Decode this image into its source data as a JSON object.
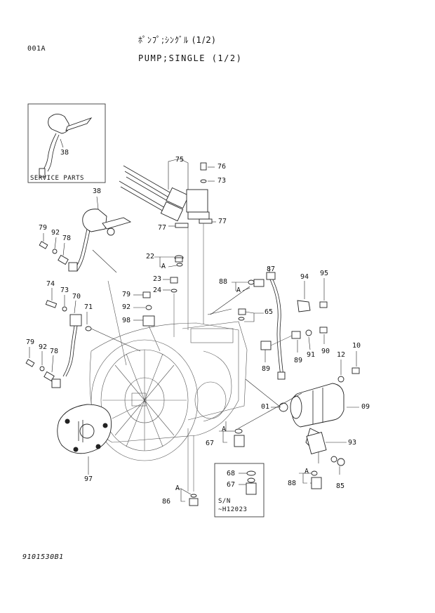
{
  "page_code": "001A",
  "title_jp": "ﾎﾟﾝﾌﾟ;ｼﾝｸﾞﾙ (1/2)",
  "title_en": "PUMP;SINGLE (1/2)",
  "footer_code": "9101530B1",
  "service_parts_label": "SERVICE PARTS",
  "inset": {
    "sn_label": "S/N",
    "sn_value": "~H12023"
  },
  "ref_letter": "A",
  "callouts": {
    "c38a": "38",
    "c38b": "38",
    "c75": "75",
    "c76": "76",
    "c73a": "73",
    "c77a": "77",
    "c77b": "77",
    "c79a": "79",
    "c92a": "92",
    "c78a": "78",
    "c22": "22",
    "c23": "23",
    "c24": "24",
    "c74": "74",
    "c73b": "73",
    "c70": "70",
    "c71": "71",
    "c79b": "79",
    "c92b": "92",
    "c98": "98",
    "c88a": "88",
    "c87": "87",
    "c94": "94",
    "c95": "95",
    "c65": "65",
    "c90": "90",
    "c91": "91",
    "c89a": "89",
    "c89b": "89",
    "c12": "12",
    "c10": "10",
    "c79c": "79",
    "c92c": "92",
    "c78b": "78",
    "c01": "01",
    "c09": "09",
    "c93": "93",
    "c67a": "67",
    "c68": "68",
    "c67b": "67",
    "c88b": "88",
    "c85": "85",
    "c97": "97",
    "c86": "86"
  }
}
